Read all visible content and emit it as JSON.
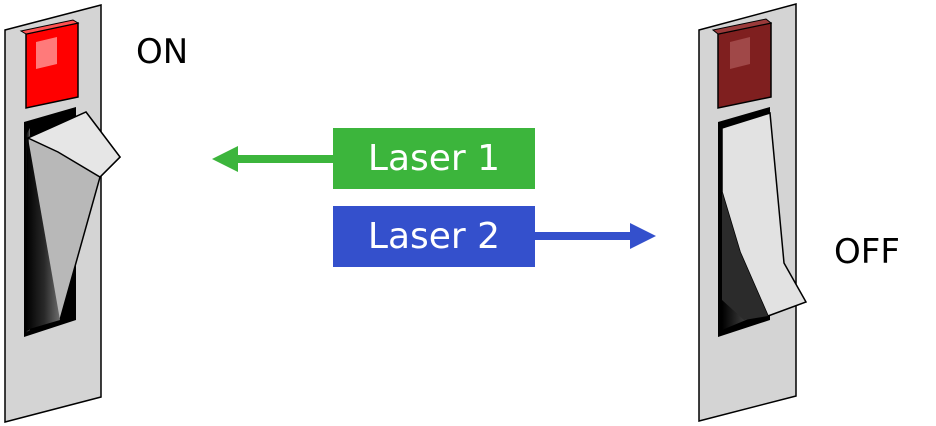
{
  "switch_on": {
    "state_label": "ON",
    "indicator_color": "#ff0000"
  },
  "switch_off": {
    "state_label": "OFF",
    "indicator_color": "#7f1f1f"
  },
  "laser_1": {
    "label": "Laser 1",
    "color": "#3cb53c",
    "arrow_direction": "left",
    "target": "ON"
  },
  "laser_2": {
    "label": "Laser 2",
    "color": "#3450cc",
    "arrow_direction": "right",
    "target": "OFF"
  }
}
